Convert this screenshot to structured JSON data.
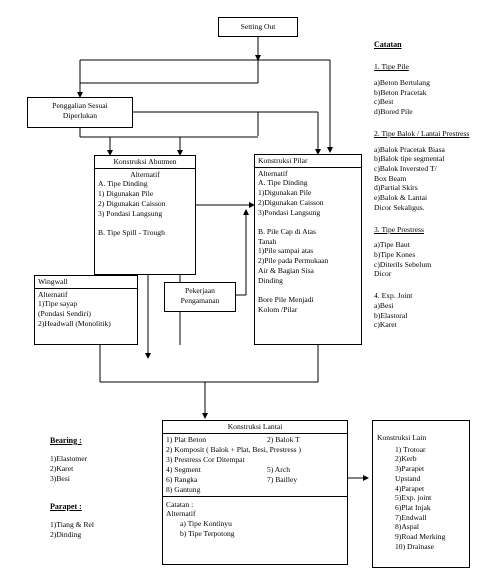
{
  "setting_out": "Setting Out",
  "penggalian": [
    "Penggalian Sesuai",
    "Diperlukan"
  ],
  "abutmen": {
    "title": "Konstruksi Abutmen",
    "lines": [
      "Alternatif",
      "A.   Tipe Dinding",
      "1)   Digunakan Pile",
      "2)   Digunakan Caisson",
      "3)   Pondasi Langsung",
      "",
      "B.   Tipe Spill - Trough"
    ]
  },
  "pilar": {
    "title": "Konstruksi Pilar",
    "lines": [
      "Alternatif",
      "A.   Tipe Dinding",
      "1)Digunakan Pile",
      "2)Digunakan Caisson",
      "3)Pondasi Langsung",
      "",
      "B.   Pile Cap di Atas",
      "      Tanah",
      "1)Pile sampai atas",
      "2)Pile pada Permukaan",
      "   Air & Bagian Sisa",
      "   Dinding",
      "",
      "   Bore Pile Menjadi",
      "   Kolom /Pilar"
    ]
  },
  "wingwall": {
    "title": "Wingwall",
    "lines": [
      "Alternatif",
      "1)Tipe sayap",
      "   (Pondasi Sendiri)",
      "2)Headwall (Monolitik)"
    ]
  },
  "pekerjaan": [
    "Pekerjaan",
    "Pengamanan"
  ],
  "lantai": {
    "title": "Konstruksi Lantai",
    "rows": [
      [
        "1)   Plat Beton",
        "2) Balok T"
      ],
      [
        "2)   Komposit ( Balok + Plat, Besi, Prestress )",
        ""
      ],
      [
        "3)   Prestress Cor Ditempat",
        ""
      ],
      [
        "4)   Segment",
        "5) Arch"
      ],
      [
        "6) Rangka",
        "7) Bailley"
      ],
      [
        "8) Gantung",
        ""
      ]
    ],
    "catatan": [
      "Catatan :",
      "Alternatif",
      "a)     Tipe Kontinyu",
      "b)     Tipe Terpotong"
    ]
  },
  "lain": {
    "title": "Konstruksi Lain",
    "lines": [
      "1) Trotoar",
      "2)Kerb",
      "3)Parapet",
      "   Upstand",
      "4)Parapet",
      "5)Exp. joint",
      "6)Plat Injak",
      "7)Endwall",
      "8)Aspal",
      "9)Road Merking",
      "10) Drainase"
    ]
  },
  "catatan": {
    "title": "Catatan",
    "tipe_pile_title": "1. Tipe Pile",
    "tipe_pile": [
      "a)Beton Bertulang",
      "b)Beton Pracetak",
      "c)Best",
      "d)Bored Pile"
    ],
    "balok_title": "2. Tipe Balok / Lantai Prestress",
    "balok": [
      "a)Balok Pracetak Biasa",
      "b)Balok tipe segmental",
      "c)Balok Inversted T/",
      "   Box Beam",
      "d)Partial Skirs",
      "e)Balok & Lantai",
      "   Dicor Sekaligus."
    ],
    "prestress_title": "3. Tipe Prestress",
    "prestress": [
      "a)Tipe Baut",
      "b)Tipe Kones",
      "c)Diterils Sebelum",
      "   Dicor"
    ],
    "exp_title": "4. Exp. Joint",
    "exp": [
      "a)Besi",
      "b)Elastoral",
      "c)Karet"
    ]
  },
  "bearing": {
    "title": "Bearing :",
    "items": [
      "1)Elastomer",
      "2)Karet",
      "3)Besi"
    ]
  },
  "parapet": {
    "title": "Parapet :",
    "items": [
      "1)Tiang & Rel",
      "2)Dinding"
    ]
  }
}
